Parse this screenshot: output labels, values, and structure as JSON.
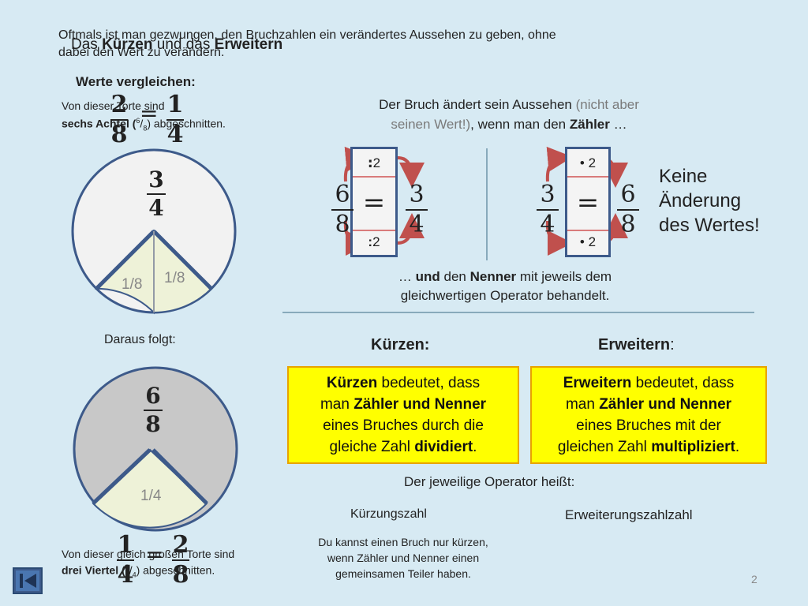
{
  "intro": {
    "line1": "Oftmals ist man gezwungen, den Bruchzahlen ein verändertes Aussehen zu geben, ohne",
    "line2": "dabei den Wert zu verändern.",
    "title_prefix": "Das ",
    "title_kuerzen": "Kürzen",
    "title_mid": " und das ",
    "title_erweitern": "Erweitern"
  },
  "compare": {
    "heading": "Werte vergleichen:",
    "top_note_1": "Von dieser Torte sind",
    "top_note_2a": "sechs Achtel (",
    "top_note_2b": "6",
    "top_note_2c": "/",
    "top_note_2d": "8",
    "top_note_2e": ") abgeschnitten.",
    "top_frac_left": {
      "num": "2",
      "den": "8"
    },
    "top_frac_right": {
      "num": "1",
      "den": "4"
    },
    "top_eq": "=",
    "pie1_frac": {
      "num": "3",
      "den": "4"
    },
    "pie1_slice_a": "1/8",
    "pie1_slice_b": "1/8",
    "follow": "Daraus folgt:",
    "pie2_frac": {
      "num": "6",
      "den": "8"
    },
    "pie2_slice": "1/4",
    "bottom_frac_left": {
      "num": "1",
      "den": "4"
    },
    "bottom_frac_right": {
      "num": "2",
      "den": "8"
    },
    "bottom_eq": "=",
    "bottom_note_1": "Von dieser gleich großen Torte sind",
    "bottom_note_2a": "drei Viertel (",
    "bottom_note_2b": "3",
    "bottom_note_2c": "/",
    "bottom_note_2d": "4",
    "bottom_note_2e": ") abgeschnitten."
  },
  "explain": {
    "top_a": "Der Bruch ändert sein Aussehen ",
    "top_b": "(nicht aber",
    "top_c": "seinen Wert!)",
    "top_d": ", wenn man den ",
    "top_e": "Zähler",
    "top_f": " …",
    "left_op_top": ":2",
    "left_op_bottom": ":2",
    "left_frac_a": {
      "num": "6",
      "den": "8"
    },
    "left_frac_b": {
      "num": "3",
      "den": "4"
    },
    "right_op_top": "• 2",
    "right_op_bottom": "• 2",
    "right_frac_a": {
      "num": "3",
      "den": "4"
    },
    "right_frac_b": {
      "num": "6",
      "den": "8"
    },
    "eq": "=",
    "no_change_1": "Keine",
    "no_change_2": "Änderung",
    "no_change_3": "des Wertes!",
    "bottom_a": "… ",
    "bottom_b": "und",
    "bottom_c": " den ",
    "bottom_d": "Nenner",
    "bottom_e": " mit jeweils dem",
    "bottom_f": "gleichwertigen Operator behandelt."
  },
  "kuerzen": {
    "heading": "Kürzen:",
    "b1": "Kürzen",
    "t1": " bedeutet, dass",
    "t2": "man ",
    "b2": "Zähler und Nenner",
    "t3": "eines Bruches durch die",
    "t4": "gleiche Zahl ",
    "b3": "dividiert",
    "t5": "."
  },
  "erweitern": {
    "heading": "Erweitern",
    "colon": ":",
    "b1": "Erweitern",
    "t1": " bedeutet, dass",
    "t2": "man ",
    "b2": "Zähler und Nenner",
    "t3": "eines Bruches mit der",
    "t4": "gleichen Zahl ",
    "b3": "multipliziert",
    "t5": "."
  },
  "operator": {
    "heading": "Der jeweilige Operator heißt:",
    "left": "Kürzungszahl",
    "right": "Erweiterungszahlzahl",
    "note_1": "Du kannst einen Bruch nur kürzen,",
    "note_2": "wenn Zähler und Nenner einen",
    "note_3": "gemeinsamen Teiler haben."
  },
  "footer": {
    "page": "2"
  },
  "colors": {
    "background": "#d7eaf3",
    "pie_outline": "#3d5a8a",
    "pie_light": "#f2f2f2",
    "pie_gray": "#c8c8c8",
    "slice_green": "#eef2d8",
    "arrow_red": "#c0504d",
    "yellow": "#ffff00"
  }
}
